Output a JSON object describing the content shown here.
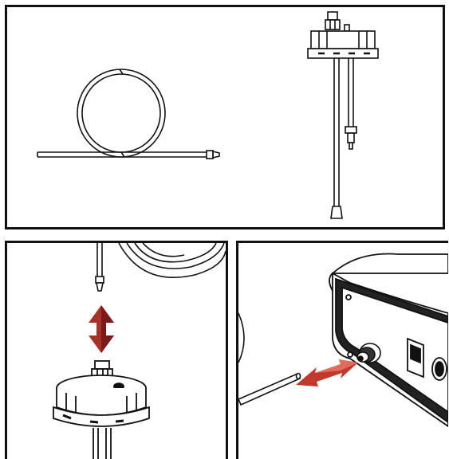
{
  "colors": {
    "line": "#111111",
    "arrow_dark": "#7a1a1a",
    "arrow_mid": "#c0392b",
    "arrow_light": "#e36b5a",
    "housing_shade": "#222222"
  },
  "panels": [
    {
      "id": "top",
      "depicts": [
        "coiled-tube-icon",
        "bottle-cap-assembly-icon"
      ]
    },
    {
      "id": "bottom-left",
      "depicts": [
        "tube-end-icon",
        "double-vertical-arrow-icon",
        "bottle-cap-icon"
      ]
    },
    {
      "id": "bottom-right",
      "depicts": [
        "device-housing-icon",
        "connector-port-icon",
        "double-diagonal-arrow-icon",
        "tube-icon"
      ]
    }
  ]
}
